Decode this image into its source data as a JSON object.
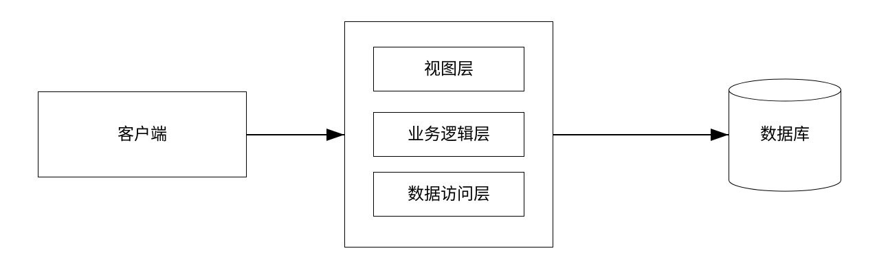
{
  "diagram": {
    "client": {
      "label": "客户端"
    },
    "server": {
      "layers": [
        {
          "label": "视图层"
        },
        {
          "label": "业务逻辑层"
        },
        {
          "label": "数据访问层"
        }
      ]
    },
    "database": {
      "label": "数据库"
    }
  },
  "colors": {
    "stroke": "#000000",
    "fill": "#ffffff"
  }
}
